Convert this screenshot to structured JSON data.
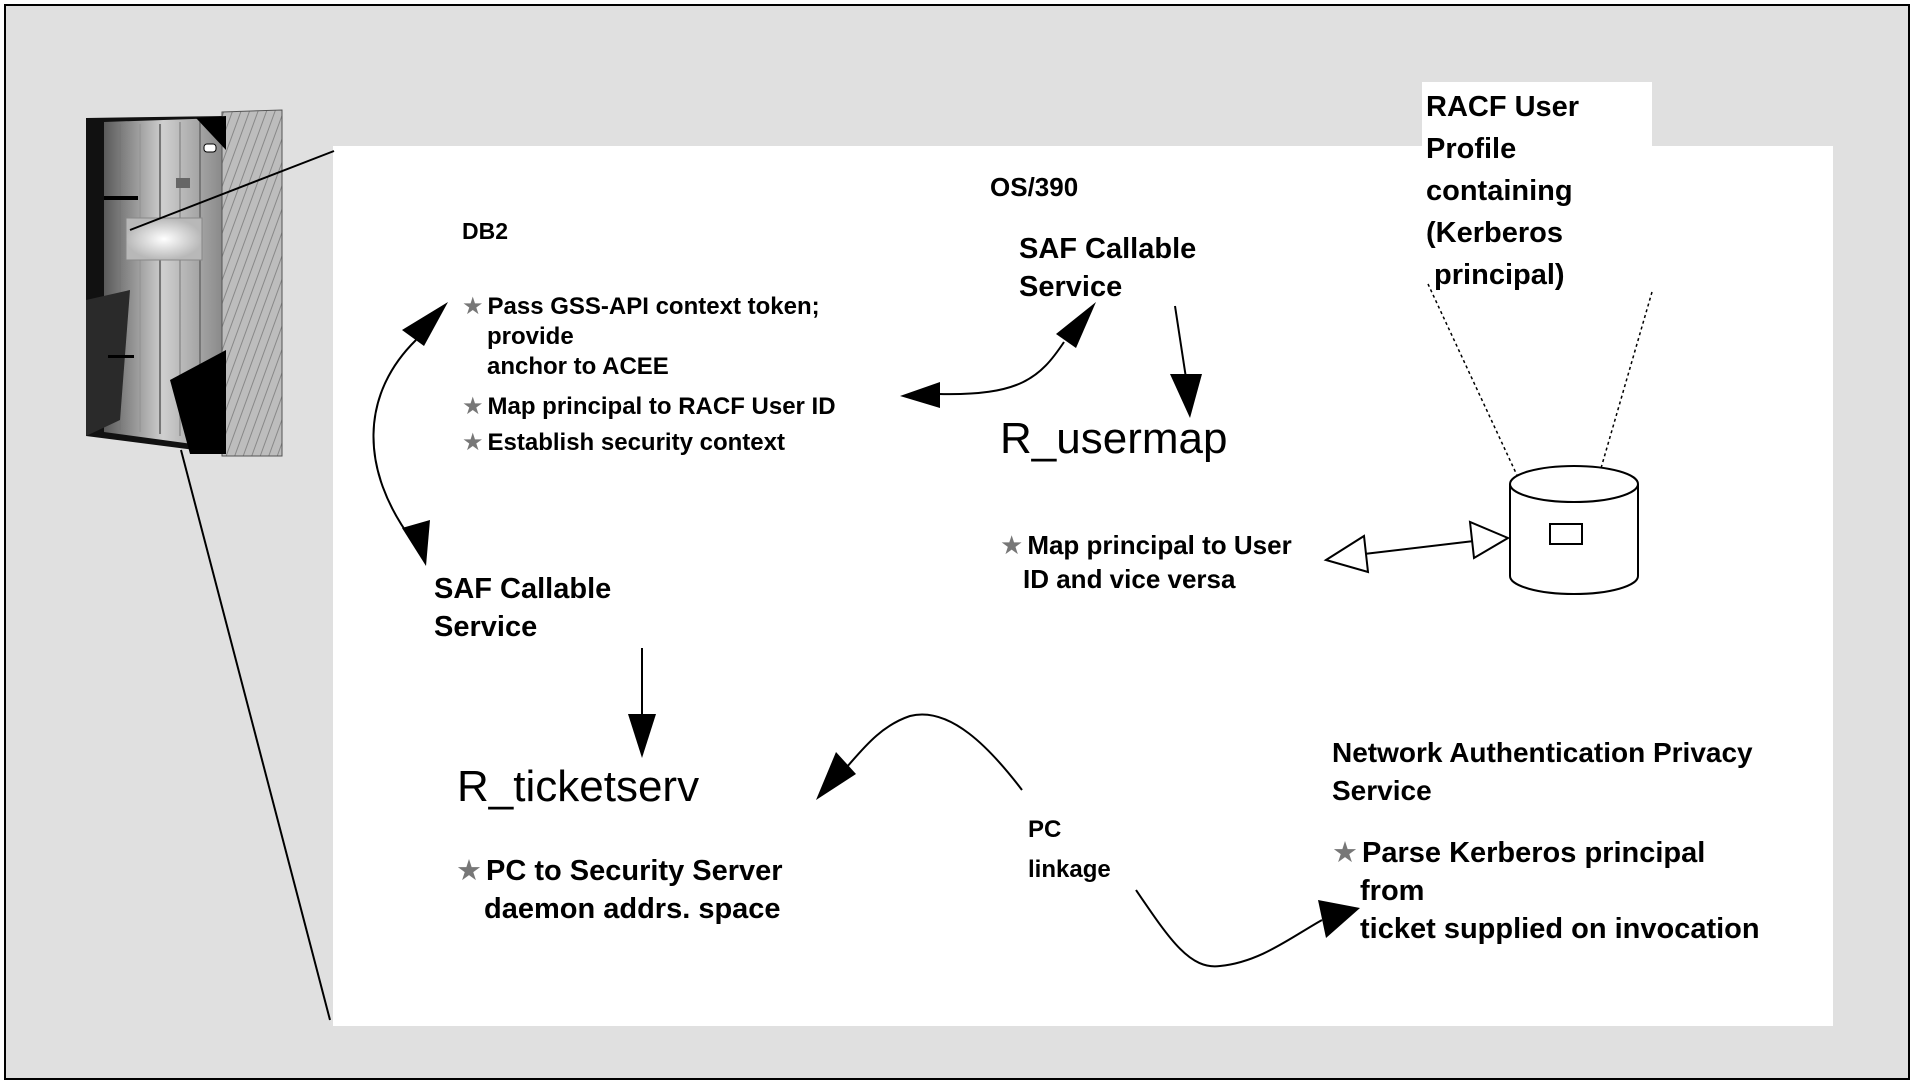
{
  "os390": "OS/390",
  "db2": {
    "title": "DB2",
    "bullet1_l1": "Pass GSS-API context token;",
    "bullet1_l2": "provide",
    "bullet1_l3": "anchor to ACEE",
    "bullet2": "Map principal to RACF User ID",
    "bullet3": "Establish security context"
  },
  "saf_top": {
    "l1": "SAF Callable",
    "l2": "Service"
  },
  "racf": {
    "l1": "RACF User",
    "l2": "Profile",
    "l3": "containing",
    "l4": "(Kerberos",
    "l5": " principal)"
  },
  "r_usermap": {
    "name": "R_usermap",
    "bullet_l1": "Map principal to User",
    "bullet_l2": "ID and vice versa"
  },
  "saf_bottom": {
    "l1": "SAF Callable",
    "l2": "Service"
  },
  "r_ticketserv": {
    "name": "R_ticketserv",
    "bullet_l1": "PC to Security Server",
    "bullet_l2": "daemon addrs. space"
  },
  "pc_linkage": {
    "l1": "PC",
    "l2": "linkage"
  },
  "naps": {
    "title_l1": "Network Authentication Privacy",
    "title_l2": "Service",
    "bullet_l1": "Parse Kerberos principal",
    "bullet_l2": "from",
    "bullet_l3": "ticket supplied on invocation"
  },
  "colors": {
    "background": "#e0e0e0",
    "panel": "#ffffff",
    "ink": "#000000",
    "star": "#777777"
  }
}
